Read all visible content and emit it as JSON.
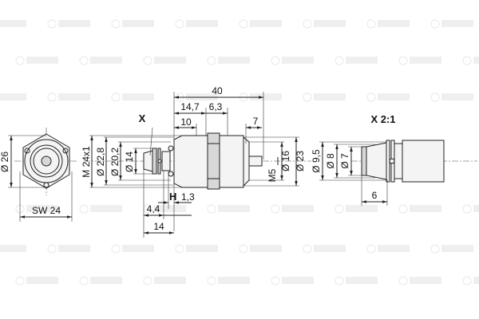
{
  "watermark": "© Bosch",
  "labels": {
    "detail_marker": "X",
    "detail_title": "X 2:1",
    "hex_diameter": "Ø 26",
    "wrench_size": "SW 24",
    "thread": "M 24x1",
    "d22_8": "Ø 22,8",
    "d20_2": "Ø 20,2",
    "d14": "Ø 14",
    "len_total": "40",
    "len_14_7": "14,7",
    "len_6_3": "6,3",
    "len_10": "10",
    "len_7": "7",
    "h": "H",
    "h_val": "1,3",
    "len_4_4": "4,4",
    "len_14": "14",
    "m5": "M5",
    "d16": "Ø 16",
    "d23": "Ø 23",
    "d9_5": "Ø 9,5",
    "d8": "Ø 8",
    "d7": "Ø 7",
    "len_6": "6"
  }
}
